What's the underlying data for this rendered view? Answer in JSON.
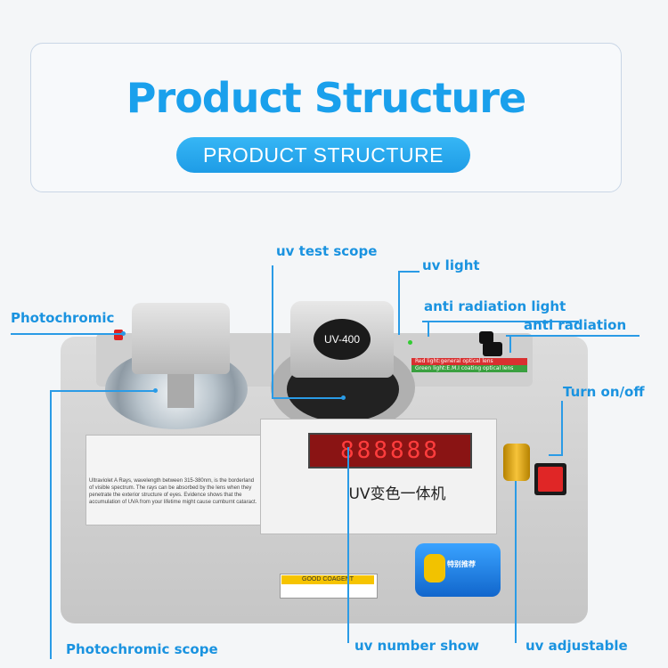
{
  "header": {
    "title": "Product Structure",
    "subtitle": "PRODUCT STRUCTURE"
  },
  "labels": {
    "uv_test_scope": "uv test scope",
    "uv_light": "uv light",
    "anti_radiation_light": "anti radiation light",
    "anti_radiation": "anti radiation",
    "photochromic": "Photochromic",
    "turn_on_off": "Turn on/off",
    "photochromic_scope": "Photochromic scope",
    "uv_number_show": "uv number show",
    "uv_adjustable": "uv adjustable"
  },
  "device": {
    "badge": "UV-400",
    "display_value": "888888",
    "chinese_label": "UV变色一体机",
    "strip_red_text": "Red light:general optical lens",
    "strip_green_text": "Green light:E.M.I coating optical lens",
    "logo_text": "GOOD COAGENT",
    "thumb_text": "特别推荐",
    "info_text": "Ultraviolet A Rays, wavelength between 315-380nm, is the borderland of visible spectrum. The rays can be absorbed by the lens when they penetrate the exterior structure of eyes. Evidence shows that the accumulation of UVA from your lifetime might cause cumburnt cataract."
  },
  "colors": {
    "accent": "#1aa0ec",
    "label_blue": "#1a93e0",
    "line_blue": "#2a9be6"
  }
}
